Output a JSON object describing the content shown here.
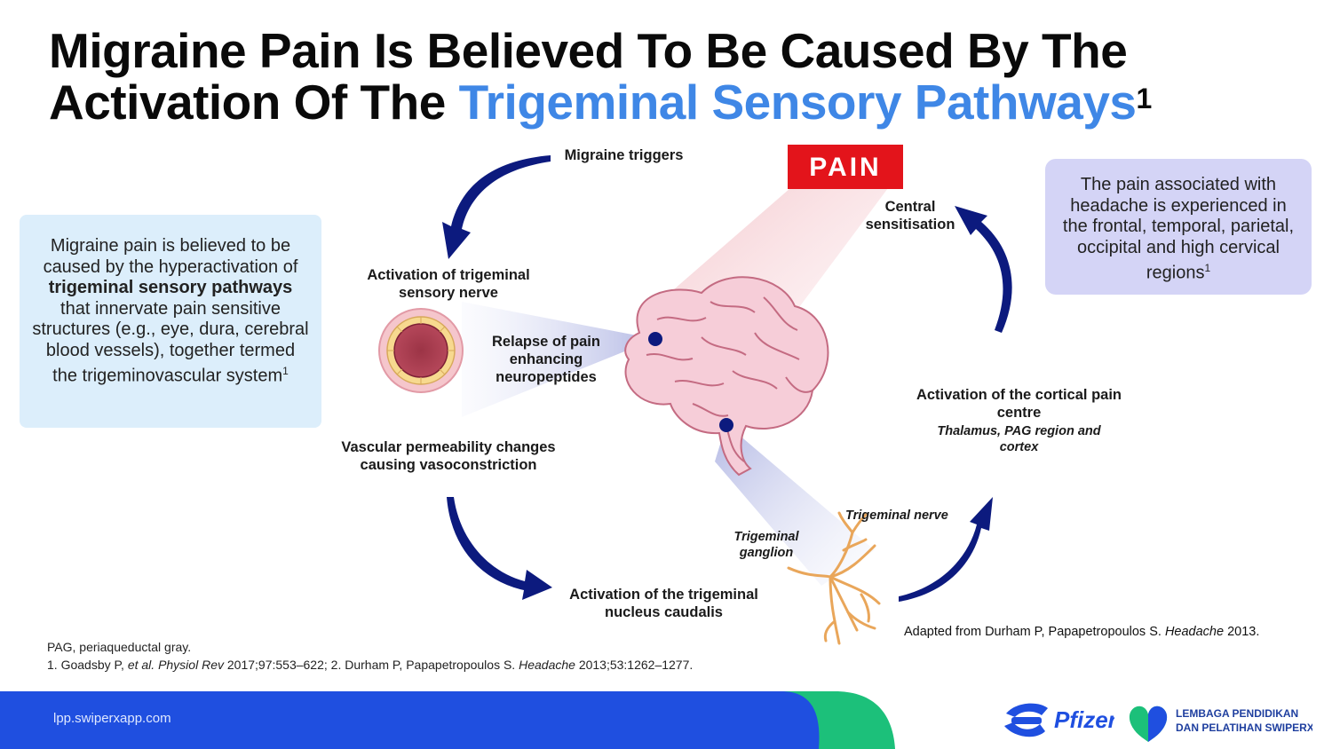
{
  "title": {
    "part1": "Migraine Pain Is Believed To Be Caused By The Activation Of The",
    "highlight": "Trigeminal Sensory Pathways",
    "sup": "1"
  },
  "left_box": {
    "pre": "Migraine pain is believed to be caused by the hyperactivation of",
    "bold": "trigeminal sensory pathways",
    "post": "that innervate pain sensitive structures (e.g., eye, dura, cerebral blood vessels), together termed the trigeminovascular system",
    "sup": "1"
  },
  "right_box": {
    "text": "The pain associated with headache is experienced in the frontal, temporal, parietal, occipital and high cervical regions",
    "sup": "1"
  },
  "pain_label": "PAIN",
  "labels": {
    "migraine_triggers": "Migraine triggers",
    "activation_nerve": "Activation of trigeminal sensory nerve",
    "relapse": "Relapse of pain enhancing neuropeptides",
    "vascular": "Vascular permeability changes causing vasoconstriction",
    "nucleus": "Activation of the trigeminal nucleus caudalis",
    "cortical": "Activation of the cortical pain centre",
    "cortical_sub": "Thalamus, PAG region and cortex",
    "central": "Central sensitisation",
    "trigeminal_nerve": "Trigeminal nerve",
    "trigeminal_ganglion": "Trigeminal ganglion"
  },
  "adapted": {
    "pre": "Adapted from Durham P, Papapetropoulos S.",
    "journal": "Headache",
    "post": "2013."
  },
  "footnotes": {
    "abbrev": "PAG, periaqueductal gray.",
    "ref1_pre": "1. Goadsby P,",
    "ref1_etal": "et al.",
    "ref1_journal": "Physiol Rev",
    "ref1_post": "2017;97:553–622; 2. Durham P, Papapetropoulos S.",
    "ref2_journal": "Headache",
    "ref2_post": "2013;53:1262–1277."
  },
  "footer": {
    "url": "lpp.swiperxapp.com",
    "pfizer": "Pfizer",
    "lembaga_line1": "LEMBAGA PENDIDIKAN",
    "lembaga_line2": "DAN PELATIHAN SWIPERX"
  },
  "colors": {
    "highlight": "#3f87e6",
    "arrow": "#0c1a7e",
    "pain": "#e3141b",
    "footer_blue": "#1f4fe0",
    "footer_green": "#1cc07a"
  }
}
